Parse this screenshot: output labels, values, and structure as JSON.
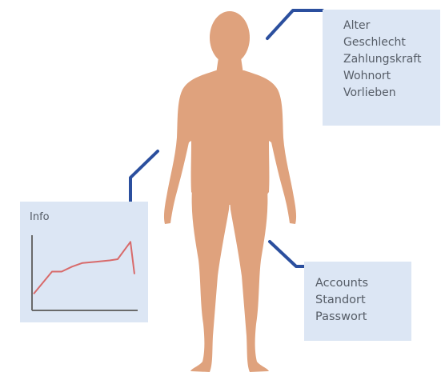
{
  "attributes": [
    "Alter",
    "Geschlecht",
    "Zahlungskraft",
    "Wohnort",
    "Vorlieben"
  ],
  "online_data": [
    "Accounts",
    "Standort",
    "Passwort"
  ],
  "info_panel": {
    "title": "Info",
    "series": [
      12,
      30,
      30,
      34,
      37,
      38,
      39,
      40,
      54,
      28
    ]
  },
  "colors": {
    "body": "#dfa27d",
    "box": "#dce6f4",
    "connector": "#2b4f9e",
    "chart_line": "#d86a6a",
    "chart_axis": "#6a6a6a",
    "text": "#555c66"
  }
}
